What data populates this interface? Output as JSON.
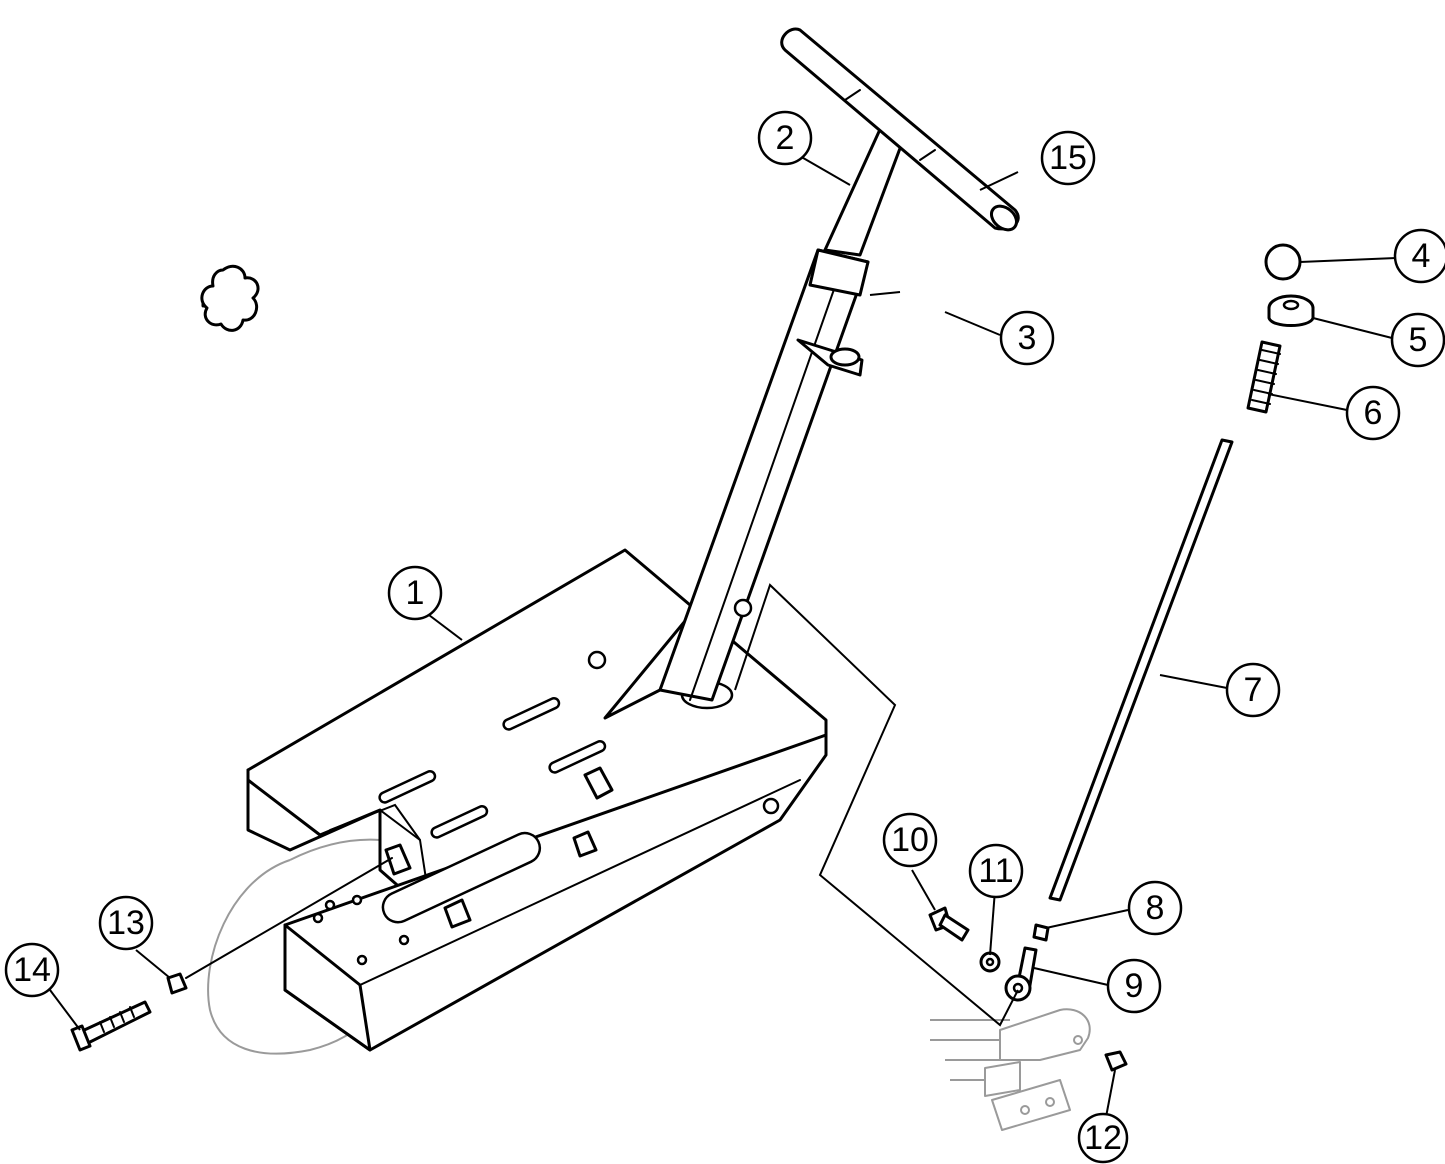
{
  "diagram": {
    "type": "exploded parts diagram",
    "callouts": [
      {
        "id": "callout-1",
        "label": "1"
      },
      {
        "id": "callout-2",
        "label": "2"
      },
      {
        "id": "callout-3",
        "label": "3"
      },
      {
        "id": "callout-4",
        "label": "4"
      },
      {
        "id": "callout-5",
        "label": "5"
      },
      {
        "id": "callout-6",
        "label": "6"
      },
      {
        "id": "callout-7",
        "label": "7"
      },
      {
        "id": "callout-8",
        "label": "8"
      },
      {
        "id": "callout-9",
        "label": "9"
      },
      {
        "id": "callout-10",
        "label": "10"
      },
      {
        "id": "callout-11",
        "label": "11"
      },
      {
        "id": "callout-12",
        "label": "12"
      },
      {
        "id": "callout-13",
        "label": "13"
      },
      {
        "id": "callout-14",
        "label": "14"
      },
      {
        "id": "callout-15",
        "label": "15"
      }
    ],
    "colors": {
      "line": "#000000",
      "ghost_line": "#9a9a9a",
      "background": "#ffffff"
    }
  }
}
